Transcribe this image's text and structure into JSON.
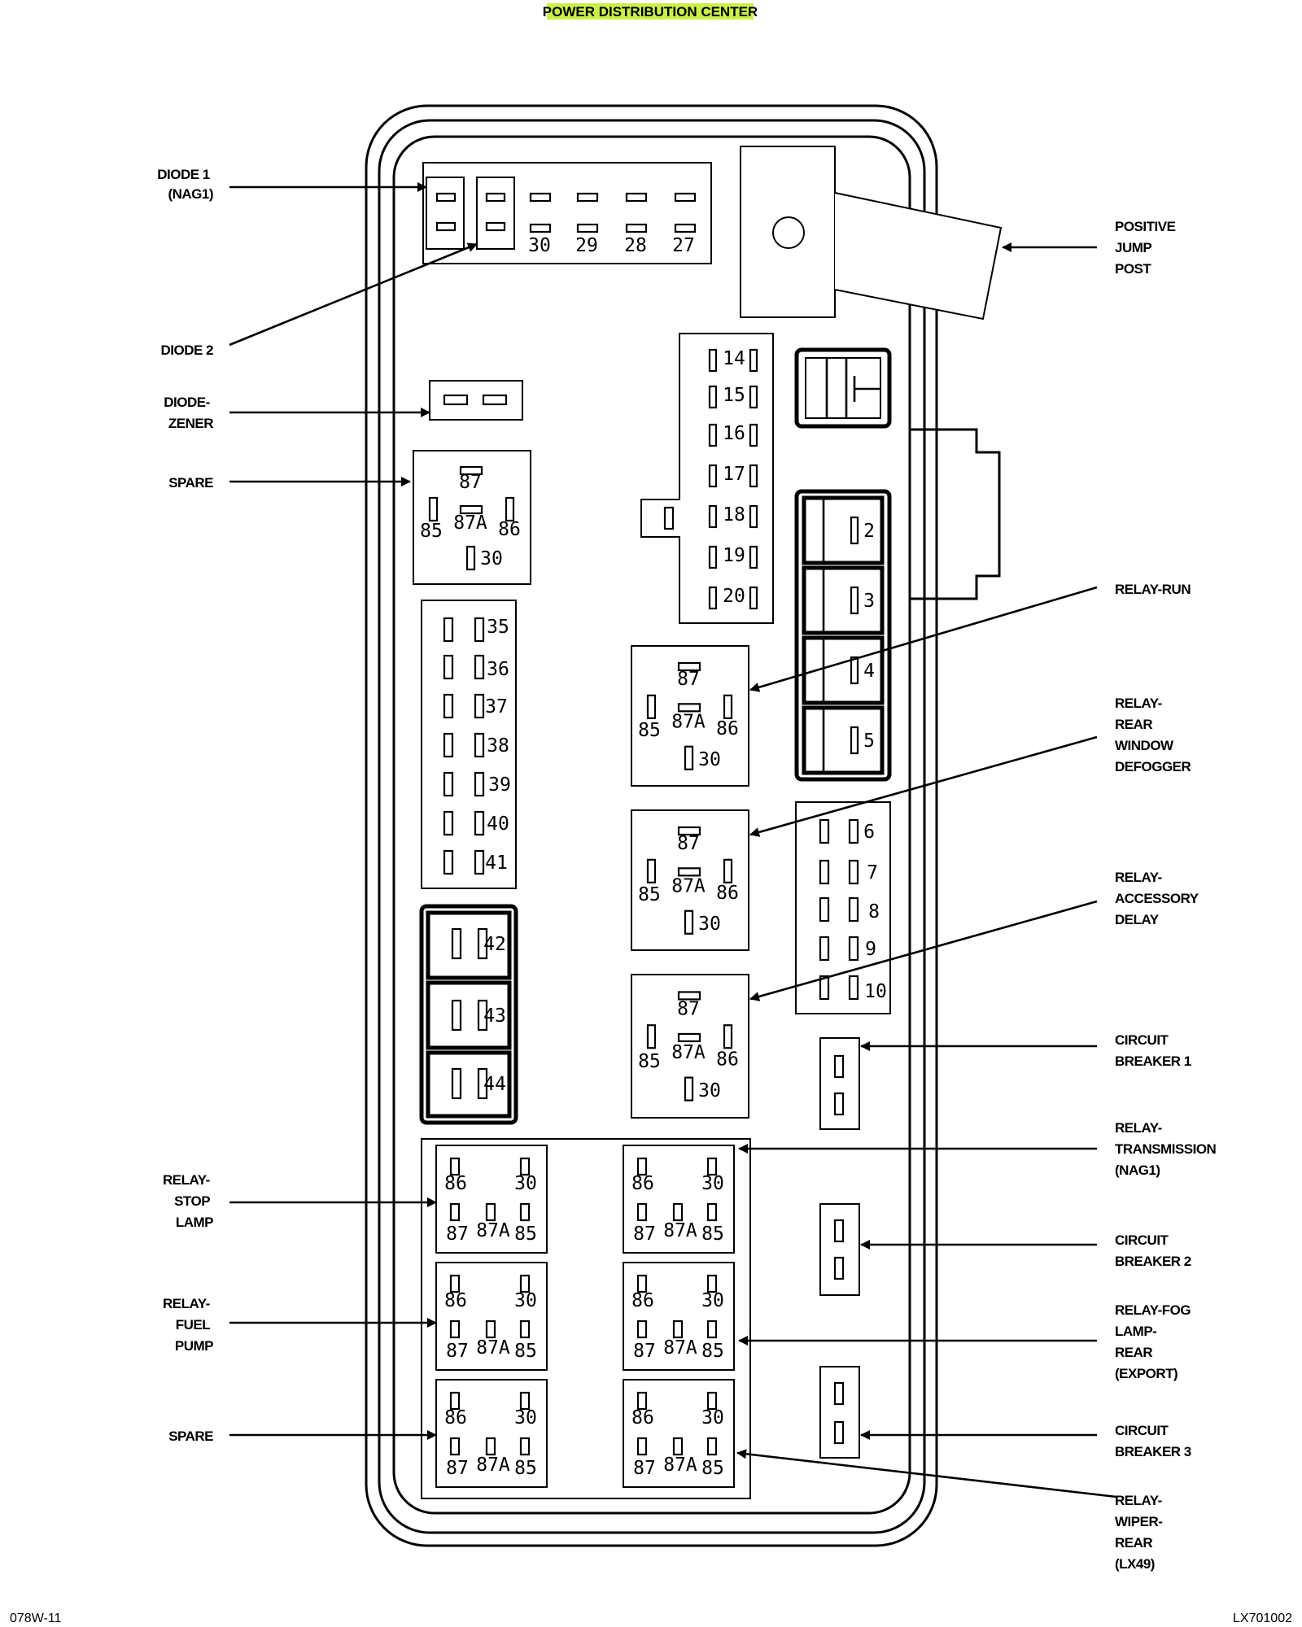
{
  "title": "POWER DISTRIBUTION CENTER",
  "footer": {
    "left": "078W-11",
    "right": "LX701002"
  },
  "title_highlight_color": "#c9f04a",
  "labels": {
    "diode1": [
      "DIODE 1",
      "(NAG1)"
    ],
    "diode2": [
      "DIODE 2"
    ],
    "diode_zener": [
      "DIODE-",
      "ZENER"
    ],
    "spare_top": [
      "SPARE"
    ],
    "positive_jump_post": [
      "POSITIVE",
      "JUMP",
      "POST"
    ],
    "relay_run": [
      "RELAY-RUN"
    ],
    "relay_rear_window_defogger": [
      "RELAY-",
      "REAR",
      "WINDOW",
      "DEFOGGER"
    ],
    "relay_accessory_delay": [
      "RELAY-",
      "ACCESSORY",
      "DELAY"
    ],
    "circuit_breaker_1": [
      "CIRCUIT",
      "BREAKER 1"
    ],
    "relay_transmission": [
      "RELAY-",
      "TRANSMISSION",
      "(NAG1)"
    ],
    "circuit_breaker_2": [
      "CIRCUIT",
      "BREAKER 2"
    ],
    "relay_fog_lamp_rear": [
      "RELAY-FOG",
      "LAMP-",
      "REAR",
      "(EXPORT)"
    ],
    "circuit_breaker_3": [
      "CIRCUIT",
      "BREAKER 3"
    ],
    "relay_wiper_rear": [
      "RELAY-",
      "WIPER-",
      "REAR",
      "(LX49)"
    ],
    "relay_stop_lamp": [
      "RELAY-",
      "STOP",
      "LAMP"
    ],
    "relay_fuel_pump": [
      "RELAY-",
      "FUEL",
      "PUMP"
    ],
    "spare_bottom": [
      "SPARE"
    ]
  },
  "fuses": {
    "top_strip": [
      "30",
      "29",
      "28",
      "27"
    ],
    "column_a": [
      "14",
      "15",
      "16",
      "17",
      "18",
      "19",
      "20"
    ],
    "cartridges_right": [
      "2",
      "3",
      "4",
      "5"
    ],
    "column_b": [
      "6",
      "7",
      "8",
      "9",
      "10"
    ],
    "column_c": [
      "35",
      "36",
      "37",
      "38",
      "39",
      "40",
      "41"
    ],
    "cartridges_left": [
      "42",
      "43",
      "44"
    ]
  },
  "relay_pins": {
    "p87": "87",
    "p87a": "87A",
    "p85": "85",
    "p86": "86",
    "p30": "30"
  }
}
